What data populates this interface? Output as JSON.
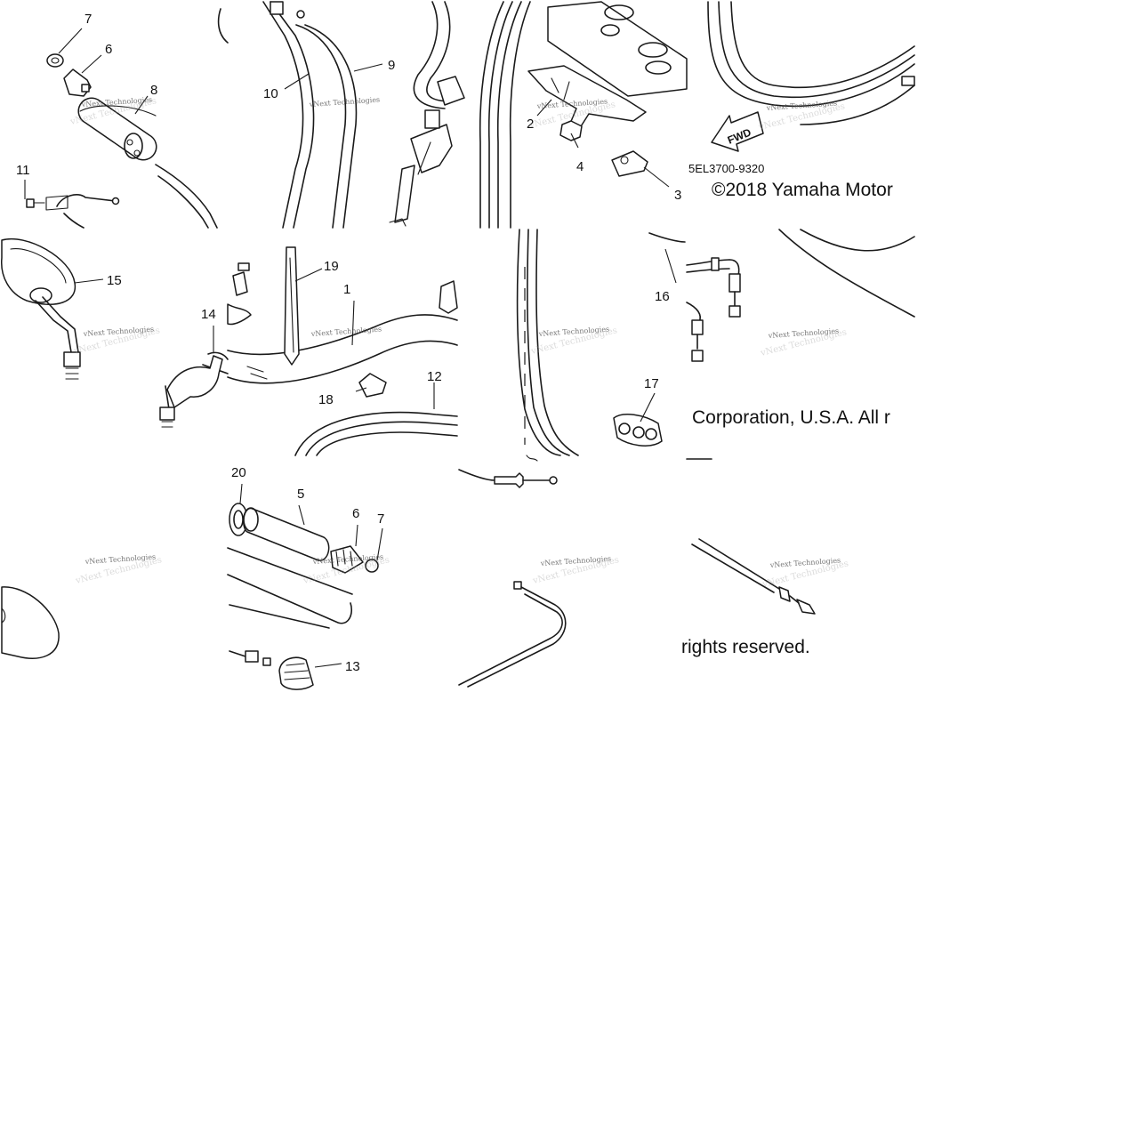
{
  "diagram_code": "5EL3700-9320",
  "copyright_segments": [
    "©2018 Yamaha Motor",
    "Corporation, U.S.A. All r",
    "rights reserved."
  ],
  "watermark_text": "vNext Technologies",
  "fwd_label": "FWD",
  "callouts": [
    "7",
    "6",
    "8",
    "11",
    "10",
    "9",
    "2",
    "4",
    "3",
    "15",
    "14",
    "19",
    "1",
    "18",
    "12",
    "16",
    "17",
    "20",
    "5",
    "6",
    "7",
    "13"
  ]
}
